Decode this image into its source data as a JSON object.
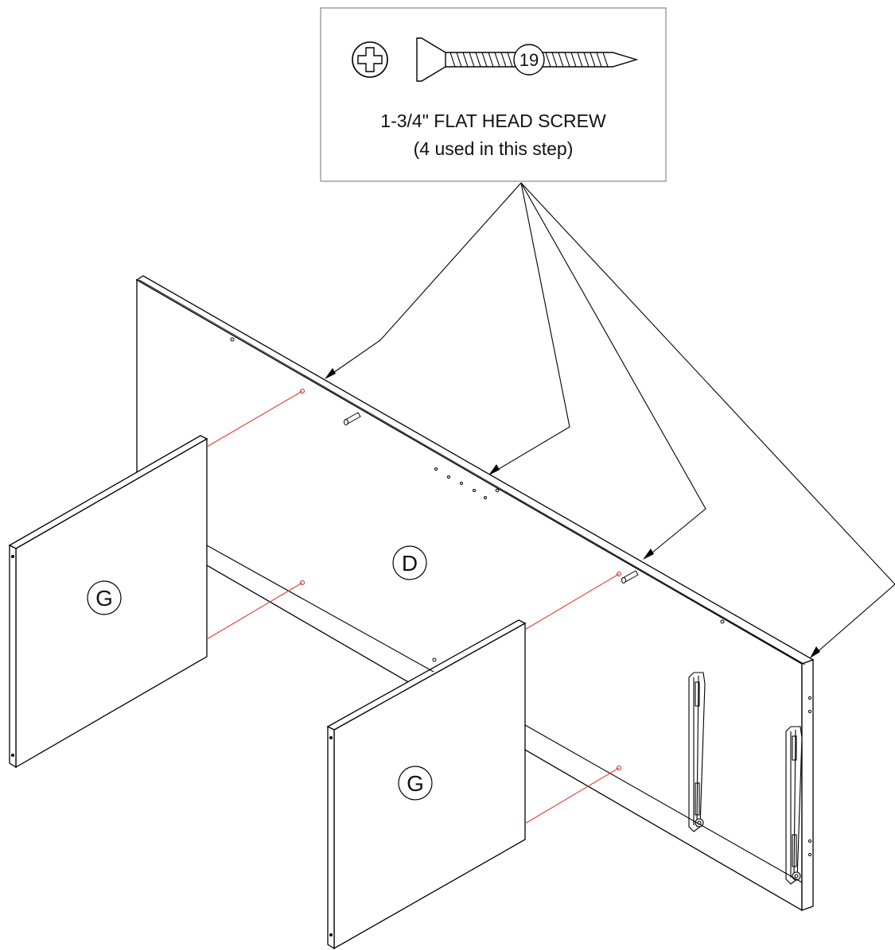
{
  "hardware_callout": {
    "part_number": "19",
    "name": "1-3/4\" FLAT HEAD SCREW",
    "quantity_note": "(4 used in this step)",
    "icons": [
      "phillips-drive-icon",
      "flat-head-screw-icon"
    ]
  },
  "panels": {
    "back_panel_label": "D",
    "left_side_label": "G",
    "right_side_label": "G"
  },
  "colors": {
    "line": "#000000",
    "guide_line": "#e53935"
  }
}
